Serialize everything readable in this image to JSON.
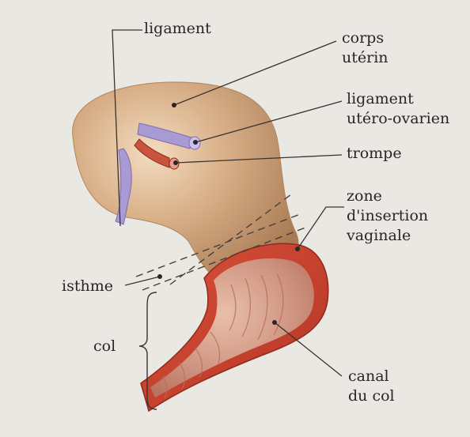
{
  "labels": {
    "ligament": "ligament",
    "corps_uterin": [
      "corps",
      "utérin"
    ],
    "ligament_utero_ovarien": [
      "ligament",
      "utéro-ovarien"
    ],
    "trompe": "trompe",
    "zone_insertion_vaginale": [
      "zone",
      "d'insertion",
      "vaginale"
    ],
    "isthme": "isthme",
    "col": "col",
    "canal_du_col": [
      "canal",
      "du col"
    ]
  },
  "colors": {
    "background": "#e9e8e2",
    "uterus_body": "#c79a72",
    "uterus_highlight": "#efd6b8",
    "vaginal_wall": "#c9402c",
    "canal_interior": "#d8a090",
    "ligament_violet": "#a99ad3",
    "trompe_red": "#c8533f",
    "leader_line": "#3a3330"
  }
}
